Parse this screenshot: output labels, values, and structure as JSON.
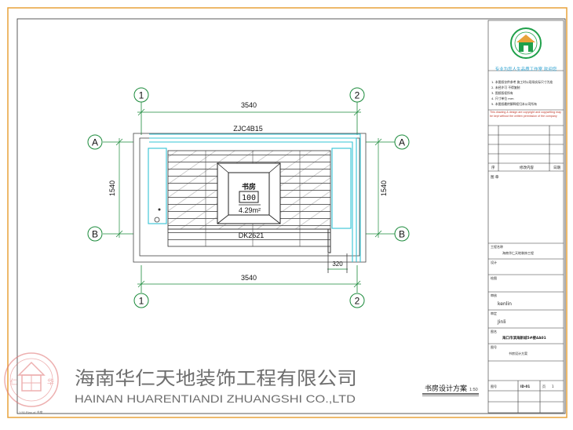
{
  "drawing": {
    "grid_top": [
      "1",
      "2"
    ],
    "grid_bottom": [
      "1",
      "2"
    ],
    "grid_left": [
      "A",
      "B"
    ],
    "grid_right": [
      "A",
      "B"
    ],
    "dim_top": "3540",
    "dim_bottom": "3540",
    "dim_left": "1540",
    "dim_right": "1540",
    "dim_small": "320",
    "wall_label": "ZJC4B15",
    "floor_label": "DK2621",
    "room_name": "书房",
    "room_height": "100",
    "room_area": "4.29m²"
  },
  "title_block": {
    "slogan": "专业为您人生品质工作室 欢迎您",
    "notes": [
      "1. 本图纸仅供参考 施工时以现场实际尺寸为准",
      "2. 未经许可 不得复制",
      "3. 图纸版权所有",
      "4. 尺寸单位 mm",
      "5. 本图纸最终解释权归本公司所有"
    ],
    "red_note": "This drawing & design are copyright and copywriting may be kept without the written permission of the company",
    "rev_headers": [
      "序",
      "修改内容",
      "日期"
    ],
    "stamp_label": "图 章",
    "field_labels": [
      "工程名称",
      "设计",
      "绘图",
      "审核",
      "审定",
      "图名",
      "图号"
    ],
    "field_values": [
      "海南华仁天地装饰工程",
      "",
      "",
      "kenlin",
      "Jinli",
      "海口市滨海新城5#楼4A01",
      "书房设计方案"
    ],
    "bottom_left": "图号",
    "bottom_value": "ID-01",
    "page_label": "页",
    "page_value": "1"
  },
  "drawing_title": "书房设计方案",
  "drawing_scale": "1:50",
  "footer_small": "1:50 Plan of 书房",
  "watermark": {
    "logo_left": "仁",
    "logo_right": "华",
    "company_cn": "海南华仁天地装饰工程有限公司",
    "company_en": "HAINAN HUARENTIANDI ZHUANGSHI CO.,LTD"
  },
  "colors": {
    "frame": "#e8a23a",
    "line": "#222222",
    "cyan": "#33c4d6",
    "green": "#1fa04a",
    "dim": "#118a3a"
  }
}
